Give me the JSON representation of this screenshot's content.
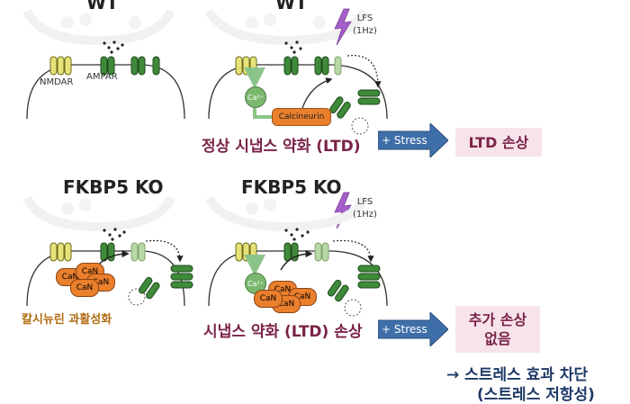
{
  "panels": {
    "wt_left_title": "WT",
    "wt_right_title": "WT",
    "ko_left_title": "FKBP5 KO",
    "ko_right_title": "FKBP5 KO"
  },
  "labels": {
    "nmdar": "NMDAR",
    "ampar": "AMPAR",
    "ca": "Ca²⁺",
    "calcineurin": "Calcineurin",
    "can": "CaN",
    "lfs_line1": "LFS",
    "lfs_line2": "(1Hz)"
  },
  "captions": {
    "wt_result": "정상 시냅스 약화 (LTD)",
    "ko_result": "시냅스 약화 (LTD) 손상",
    "calcineurin_hyper": "칼시뉴린 과활성화"
  },
  "stress": {
    "label": "+ Stress"
  },
  "outcomes": {
    "wt": "LTD 손상",
    "ko_line1": "추가 손상",
    "ko_line2": "없음"
  },
  "conclusion": {
    "line1": "→ 스트레스 효과 차단",
    "line2": "(스트레스 저항성)"
  },
  "colors": {
    "caption": "#7a2348",
    "box_bg": "#f7e3ea",
    "arrow_blue": "#3f6fa8",
    "nmdar_yellow": "#e6e27a",
    "ampar_green": "#3f8a3a",
    "can_orange": "#ea7f2c",
    "lightning": "#a55fc9"
  }
}
